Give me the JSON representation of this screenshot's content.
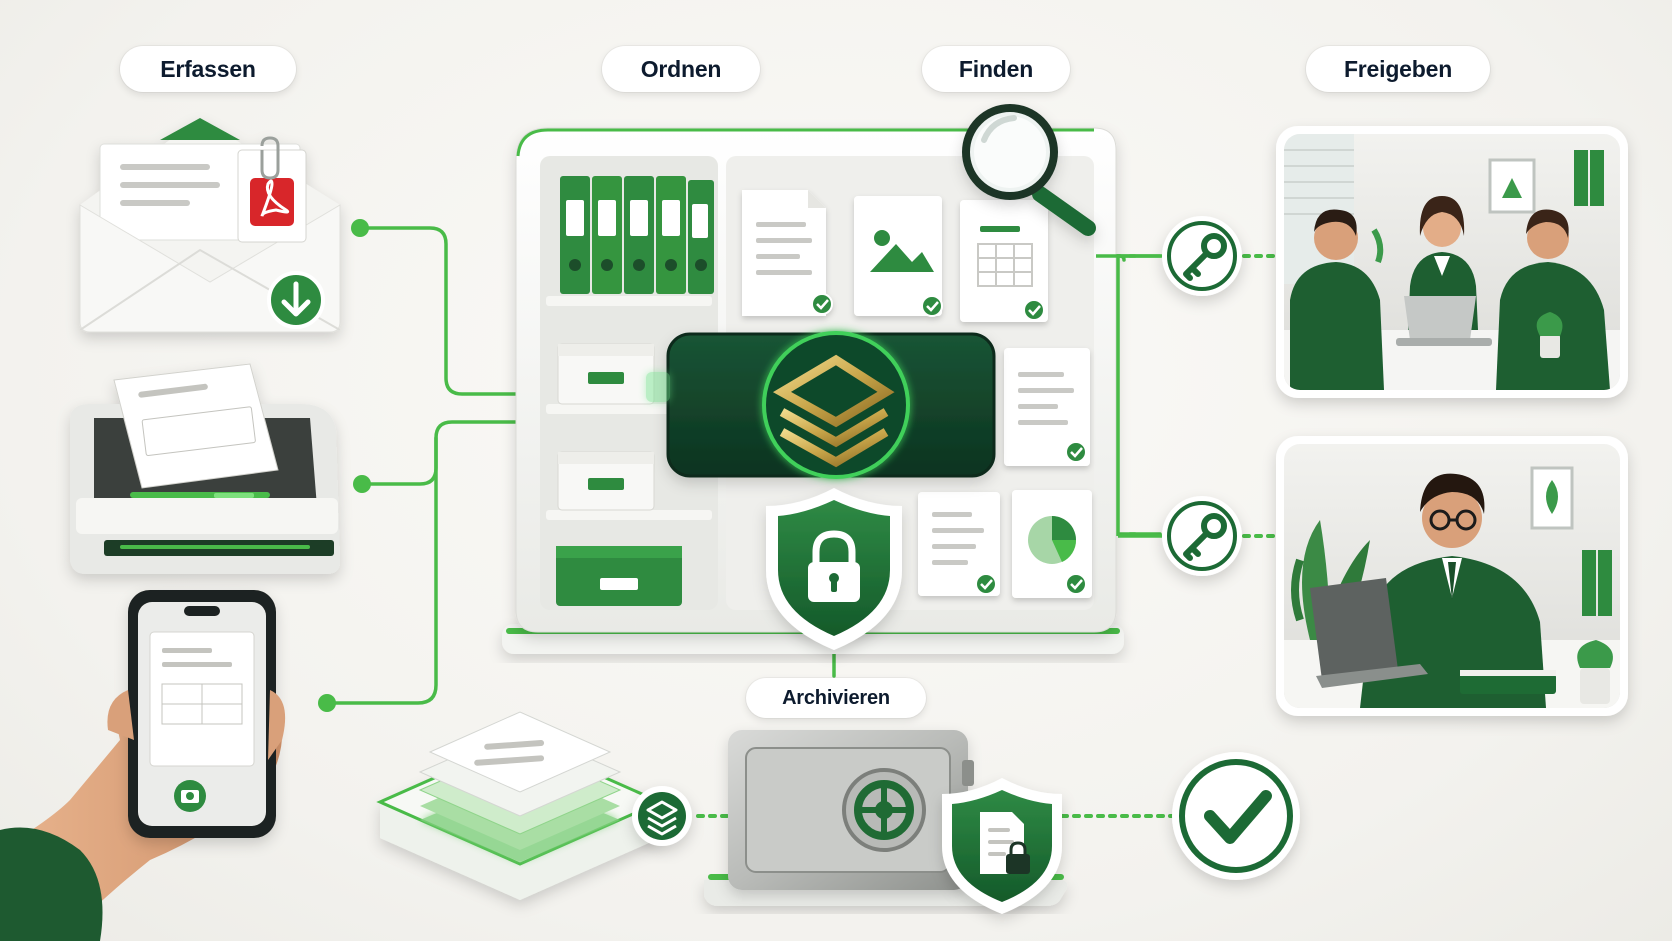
{
  "labels": {
    "capture": "Erfassen",
    "organize": "Ordnen",
    "find": "Finden",
    "share": "Freigeben",
    "archive": "Archivieren"
  },
  "colors": {
    "brand_green": "#1f6b34",
    "accent_green": "#3fb53f",
    "dark_panel": "#12412a",
    "gold": "#c9a64a",
    "label_text": "#0d1b2e"
  },
  "icons": [
    "email-pdf-icon",
    "scanner-icon",
    "phone-camera-icon",
    "binders-icon",
    "document-icon",
    "image-icon",
    "table-icon",
    "chart-icon",
    "layers-logo-icon",
    "shield-lock-icon",
    "magnifier-icon",
    "key-icon",
    "layers-icon",
    "safe-icon",
    "check-circle-icon"
  ]
}
